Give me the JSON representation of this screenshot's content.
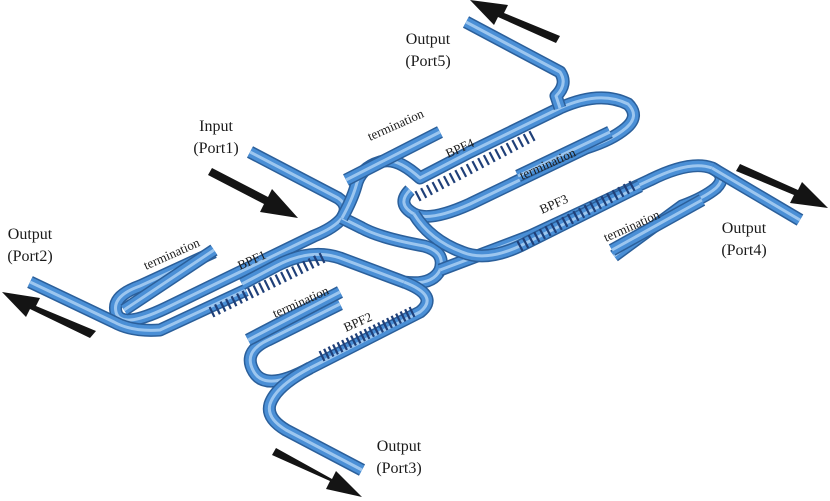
{
  "ports": {
    "input": {
      "line1": "Input",
      "line2": "(Port1)"
    },
    "port2": {
      "line1": "Output",
      "line2": "(Port2)"
    },
    "port3": {
      "line1": "Output",
      "line2": "(Port3)"
    },
    "port4": {
      "line1": "Output",
      "line2": "(Port4)"
    },
    "port5": {
      "line1": "Output",
      "line2": "(Port5)"
    }
  },
  "filters": [
    "BPF1",
    "BPF2",
    "BPF3",
    "BPF4"
  ],
  "termination_label": "termination",
  "colors": {
    "waveguide": "#4a8fd6",
    "waveguide_highlight": "#9cc6ef",
    "grating": "#1f3f78",
    "arrow": "#141414"
  }
}
